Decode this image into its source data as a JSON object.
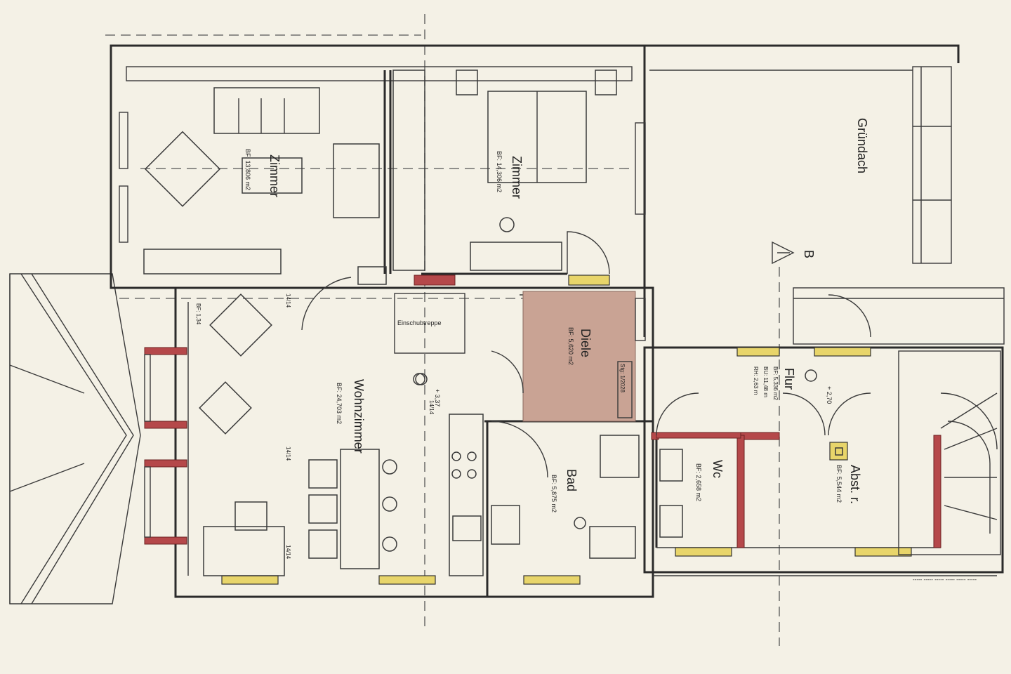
{
  "plan": {
    "rooms": [
      {
        "id": "zimmer-1",
        "name": "Zimmer",
        "area": "BF: 13,806 m2"
      },
      {
        "id": "zimmer-2",
        "name": "Zimmer",
        "area": "BF: 14,306 m2"
      },
      {
        "id": "wohnzimmer",
        "name": "Wohnzimmer",
        "area": "BF: 24,703 m2"
      },
      {
        "id": "diele",
        "name": "Diele",
        "area": "BF: 5,620 m2"
      },
      {
        "id": "bad",
        "name": "Bad",
        "area": "BF: 5,875 m2"
      },
      {
        "id": "wc",
        "name": "Wc",
        "area": "BF: 2,658 m2"
      },
      {
        "id": "flur",
        "name": "Flur",
        "area": "BF: 5,336 m2",
        "lines": [
          "BU: 11,48 m",
          "RH: 2,63 m"
        ]
      },
      {
        "id": "abst",
        "name": "Abst. r.",
        "area": "BF: 5,544 m2"
      }
    ],
    "labels": {
      "gruendach": "Gründach",
      "einschubtreppe": "Einschubtreppe",
      "section": "B",
      "level_1": "+ 3,37",
      "level_2": "+ 2,70",
      "stair_note": "Stg: 1/2028",
      "win_1": "14/14",
      "win_2": "14/14",
      "win_3": "14/14",
      "win_4": "14/14",
      "bf_small": "BF: 1,34",
      "dim_top_row": "-----  -----  -----  -----  -----  -----"
    }
  }
}
